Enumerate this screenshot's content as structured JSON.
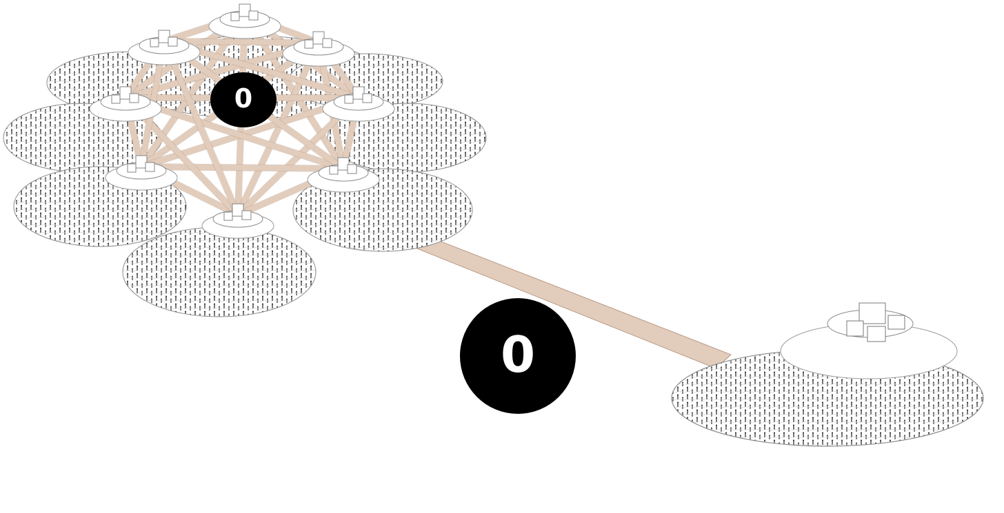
{
  "cluster": {
    "badge_label": "0",
    "hub_count": 8
  },
  "link": {
    "badge_label": "0"
  },
  "colors": {
    "link": "#e2cdbd",
    "link_edge": "#c4a791",
    "badge": "#000000",
    "badge_text": "#ffffff",
    "disk_line": "#9a9a9a",
    "figure": "#222222"
  },
  "icons": {
    "hub": "city-hub-icon",
    "crowd": "crowd-disk-icon",
    "badge": "count-badge-icon"
  }
}
